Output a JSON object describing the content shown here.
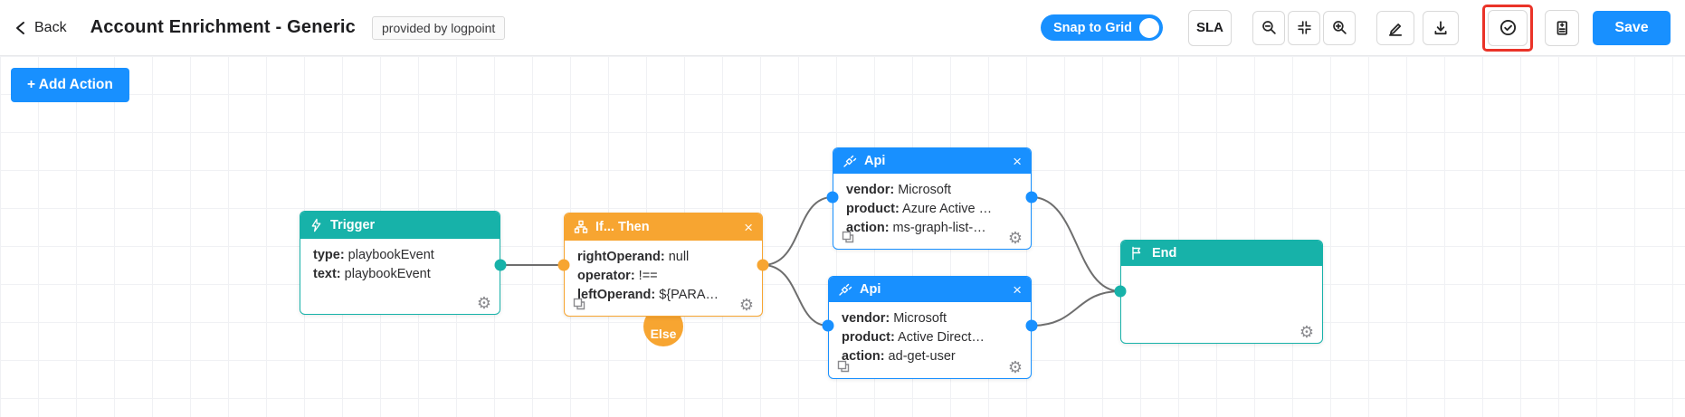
{
  "toolbar": {
    "back_label": "Back",
    "title": "Account Enrichment - Generic",
    "badge": "provided by logpoint",
    "snap_to_grid_label": "Snap to Grid",
    "sla_label": "SLA",
    "save_label": "Save"
  },
  "canvas": {
    "add_action_label": "+ Add Action"
  },
  "icons": {
    "gear": "⚙",
    "close": "×"
  },
  "colors": {
    "accent_blue": "#1890ff",
    "teal": "#17b2a9",
    "orange": "#f7a531",
    "highlight_red": "#ea3328"
  },
  "nodes": {
    "trigger": {
      "title": "Trigger",
      "lines": [
        {
          "key": "type:",
          "value": " playbookEvent"
        },
        {
          "key": "text:",
          "value": " playbookEvent"
        }
      ]
    },
    "if_then": {
      "title": "If... Then",
      "else_label": "Else",
      "lines": [
        {
          "key": "rightOperand:",
          "value": " null"
        },
        {
          "key": "operator:",
          "value": " !=="
        },
        {
          "key": "leftOperand:",
          "value": " ${PARA…"
        }
      ]
    },
    "api_1": {
      "title": "Api",
      "lines": [
        {
          "key": "vendor:",
          "value": " Microsoft"
        },
        {
          "key": "product:",
          "value": " Azure Active …"
        },
        {
          "key": "action:",
          "value": " ms-graph-list-…"
        }
      ]
    },
    "api_2": {
      "title": "Api",
      "lines": [
        {
          "key": "vendor:",
          "value": " Microsoft"
        },
        {
          "key": "product:",
          "value": " Active Direct…"
        },
        {
          "key": "action:",
          "value": " ad-get-user"
        }
      ]
    },
    "end": {
      "title": "End",
      "lines": []
    }
  }
}
